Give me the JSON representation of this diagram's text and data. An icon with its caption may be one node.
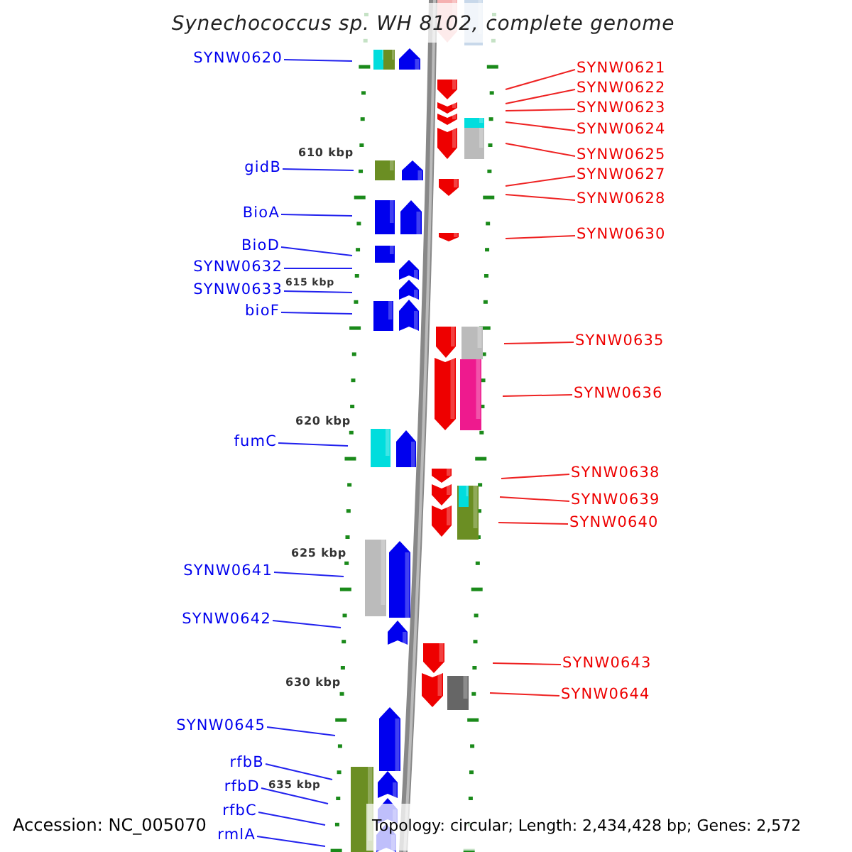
{
  "diagram": {
    "title": "Synechococcus sp. WH 8102, complete genome",
    "nodes": [
      {
        "text": [
          "SYNW0620"
        ]
      },
      {
        "text": [
          "gidB"
        ]
      },
      {
        "text": [
          "BioA"
        ]
      },
      {
        "text": [
          "BioD"
        ]
      },
      {
        "text": [
          "SYNW0632"
        ]
      },
      {
        "text": [
          "SYNW0633"
        ]
      },
      {
        "text": [
          "bioF"
        ]
      },
      {
        "text": [
          "fumC"
        ]
      },
      {
        "text": [
          "SYNW0641"
        ]
      },
      {
        "text": [
          "SYNW0642"
        ]
      },
      {
        "text": [
          "SYNW0645"
        ]
      },
      {
        "text": [
          "rfbB"
        ]
      },
      {
        "text": [
          "rfbD"
        ]
      },
      {
        "text": [
          "rfbC"
        ]
      },
      {
        "text": [
          "rmlA"
        ]
      },
      {
        "text": [
          "SYNW0621"
        ]
      },
      {
        "text": [
          "SYNW0622"
        ]
      },
      {
        "text": [
          "SYNW0623"
        ]
      },
      {
        "text": [
          "SYNW0624"
        ]
      },
      {
        "text": [
          "SYNW0625"
        ]
      },
      {
        "text": [
          "SYNW0627"
        ]
      },
      {
        "text": [
          "SYNW0628"
        ]
      },
      {
        "text": [
          "SYNW0630"
        ]
      },
      {
        "text": [
          "SYNW0635"
        ]
      },
      {
        "text": [
          "SYNW0636"
        ]
      },
      {
        "text": [
          "SYNW0638"
        ]
      },
      {
        "text": [
          "SYNW0639"
        ]
      },
      {
        "text": [
          "SYNW0640"
        ]
      },
      {
        "text": [
          "SYNW0643"
        ]
      },
      {
        "text": [
          "SYNW0644"
        ]
      }
    ],
    "edges": [
      {
        "from": 0,
        "to": null,
        "arrow": "none",
        "color": "#2222ee"
      },
      {
        "from": 1,
        "to": null,
        "arrow": "none",
        "color": "#2222ee"
      },
      {
        "from": 2,
        "to": null,
        "arrow": "none",
        "color": "#2222ee"
      },
      {
        "from": 3,
        "to": null,
        "arrow": "none",
        "color": "#2222ee"
      },
      {
        "from": 4,
        "to": null,
        "arrow": "none",
        "color": "#2222ee"
      },
      {
        "from": 5,
        "to": null,
        "arrow": "none",
        "color": "#2222ee"
      },
      {
        "from": 6,
        "to": null,
        "arrow": "none",
        "color": "#2222ee"
      },
      {
        "from": 7,
        "to": null,
        "arrow": "none",
        "color": "#2222ee"
      },
      {
        "from": 8,
        "to": null,
        "arrow": "none",
        "color": "#2222ee"
      },
      {
        "from": 9,
        "to": null,
        "arrow": "none",
        "color": "#2222ee"
      },
      {
        "from": 10,
        "to": null,
        "arrow": "none",
        "color": "#2222ee"
      },
      {
        "from": 11,
        "to": null,
        "arrow": "none",
        "color": "#2222ee"
      },
      {
        "from": 12,
        "to": null,
        "arrow": "none",
        "color": "#2222ee"
      },
      {
        "from": 13,
        "to": null,
        "arrow": "none",
        "color": "#2222ee"
      },
      {
        "from": 14,
        "to": null,
        "arrow": "none",
        "color": "#2222ee"
      },
      {
        "from": 15,
        "to": null,
        "arrow": "none",
        "color": "#ee2222"
      },
      {
        "from": 16,
        "to": null,
        "arrow": "none",
        "color": "#ee2222"
      },
      {
        "from": 17,
        "to": null,
        "arrow": "none",
        "color": "#ee2222"
      },
      {
        "from": 18,
        "to": null,
        "arrow": "none",
        "color": "#ee2222"
      },
      {
        "from": 19,
        "to": null,
        "arrow": "none",
        "color": "#ee2222"
      },
      {
        "from": 20,
        "to": null,
        "arrow": "none",
        "color": "#ee2222"
      },
      {
        "from": 21,
        "to": null,
        "arrow": "none",
        "color": "#ee2222"
      },
      {
        "from": 22,
        "to": null,
        "arrow": "none",
        "color": "#ee2222"
      },
      {
        "from": 23,
        "to": null,
        "arrow": "none",
        "color": "#ee2222"
      },
      {
        "from": 24,
        "to": null,
        "arrow": "none",
        "color": "#ee2222"
      },
      {
        "from": 25,
        "to": null,
        "arrow": "none",
        "color": "#ee2222"
      },
      {
        "from": 26,
        "to": null,
        "arrow": "none",
        "color": "#ee2222"
      },
      {
        "from": 27,
        "to": null,
        "arrow": "none",
        "color": "#ee2222"
      },
      {
        "from": 28,
        "to": null,
        "arrow": "none",
        "color": "#ee2222"
      },
      {
        "from": 29,
        "to": null,
        "arrow": "none",
        "color": "#ee2222"
      }
    ],
    "labels": [
      "610 kbp",
      "615 kbp",
      "620 kbp",
      "625 kbp",
      "630 kbp",
      "635 kbp",
      "Accession: NC_005070",
      "Topology: circular; Length: 2,434,428 bp; Genes: 2,572"
    ]
  }
}
